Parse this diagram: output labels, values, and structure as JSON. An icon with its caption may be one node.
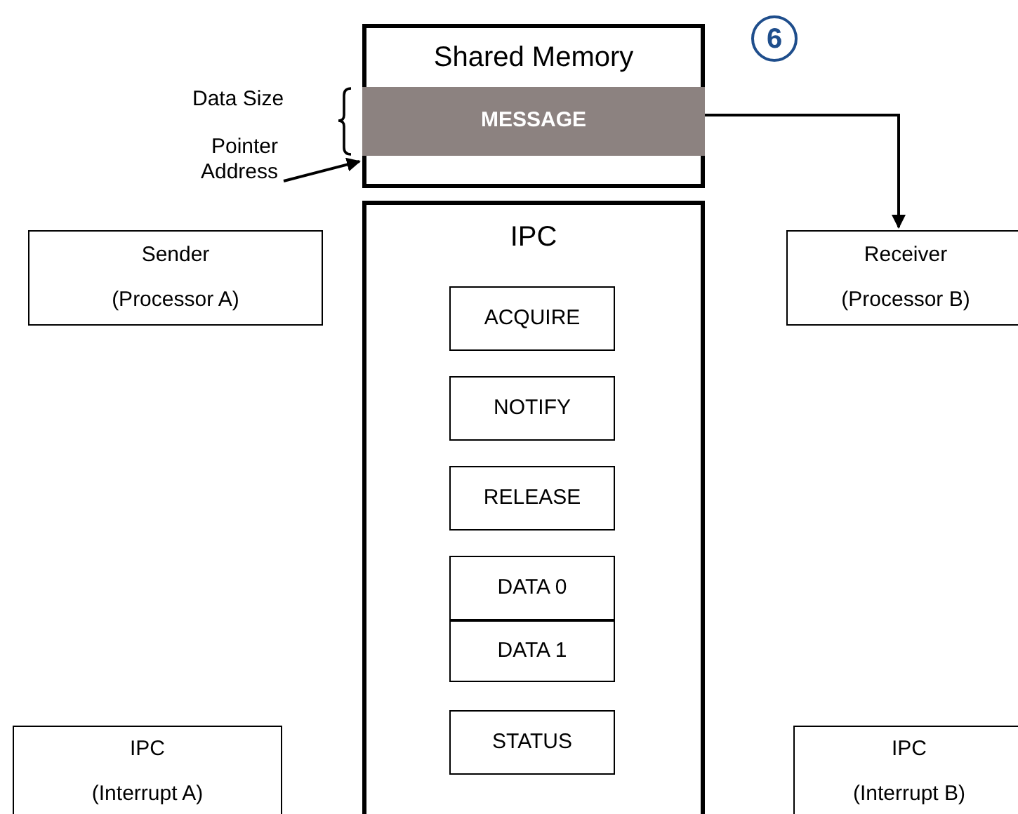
{
  "diagram": {
    "nodes": [
      {
        "text": [
          "Shared Memory"
        ]
      },
      {
        "text": [
          "MESSAGE"
        ],
        "in": 0
      },
      {
        "text": [
          "IPC"
        ]
      },
      {
        "text": [
          "ACQUIRE"
        ],
        "in": 2
      },
      {
        "text": [
          "NOTIFY"
        ],
        "in": 2
      },
      {
        "text": [
          "RELEASE"
        ],
        "in": 2
      },
      {
        "text": [
          "DATA 0"
        ],
        "in": 2
      },
      {
        "text": [
          "DATA 1"
        ],
        "in": 2
      },
      {
        "text": [
          "STATUS"
        ],
        "in": 2
      },
      {
        "text": [
          "Sender",
          "(Processor A)"
        ]
      },
      {
        "text": [
          "Receiver",
          "(Processor B)"
        ]
      },
      {
        "text": [
          "IPC",
          "(Interrupt A)"
        ]
      },
      {
        "text": [
          "IPC",
          "(Interrupt B)"
        ]
      },
      {
        "text": [
          "Pointer Address"
        ]
      }
    ],
    "edges": [
      {
        "from": 1,
        "to": 10,
        "arrow": "to"
      },
      {
        "from": 13,
        "to": 0,
        "arrow": "to"
      }
    ],
    "labels": [
      "Data Size",
      "6"
    ]
  }
}
